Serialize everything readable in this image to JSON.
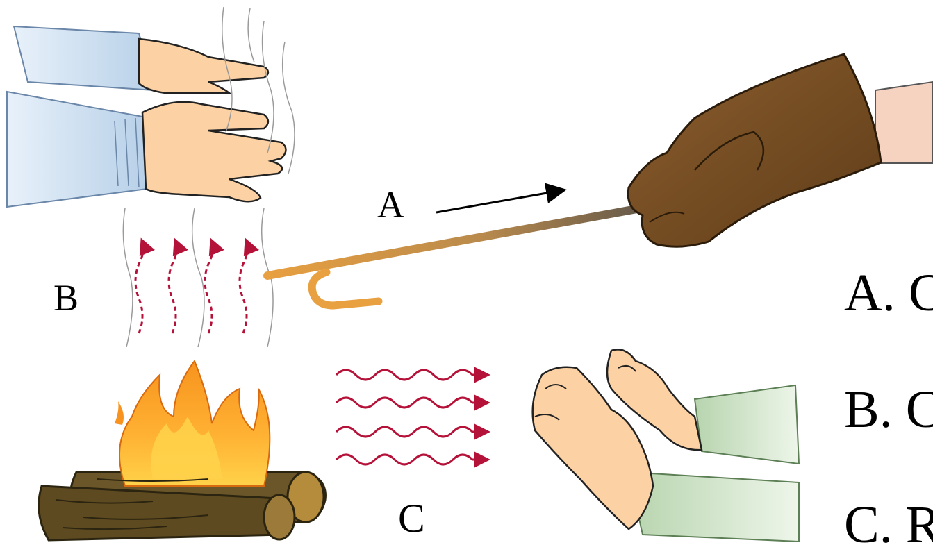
{
  "labels": {
    "a": "A",
    "b": "B",
    "c": "C"
  },
  "options": [
    "A. C",
    "B. C",
    "C. R"
  ],
  "colors": {
    "flame_outer": "#f7931e",
    "flame_inner": "#ffd24a",
    "log_brown": "#5e4a20",
    "rod": "#e8a040",
    "glove": "#7a5228",
    "skin": "#fcd1a4",
    "sleeve_blue": "#c9dcee",
    "sleeve_green": "#cfe3c8",
    "heat_arrow": "#b5123a"
  }
}
